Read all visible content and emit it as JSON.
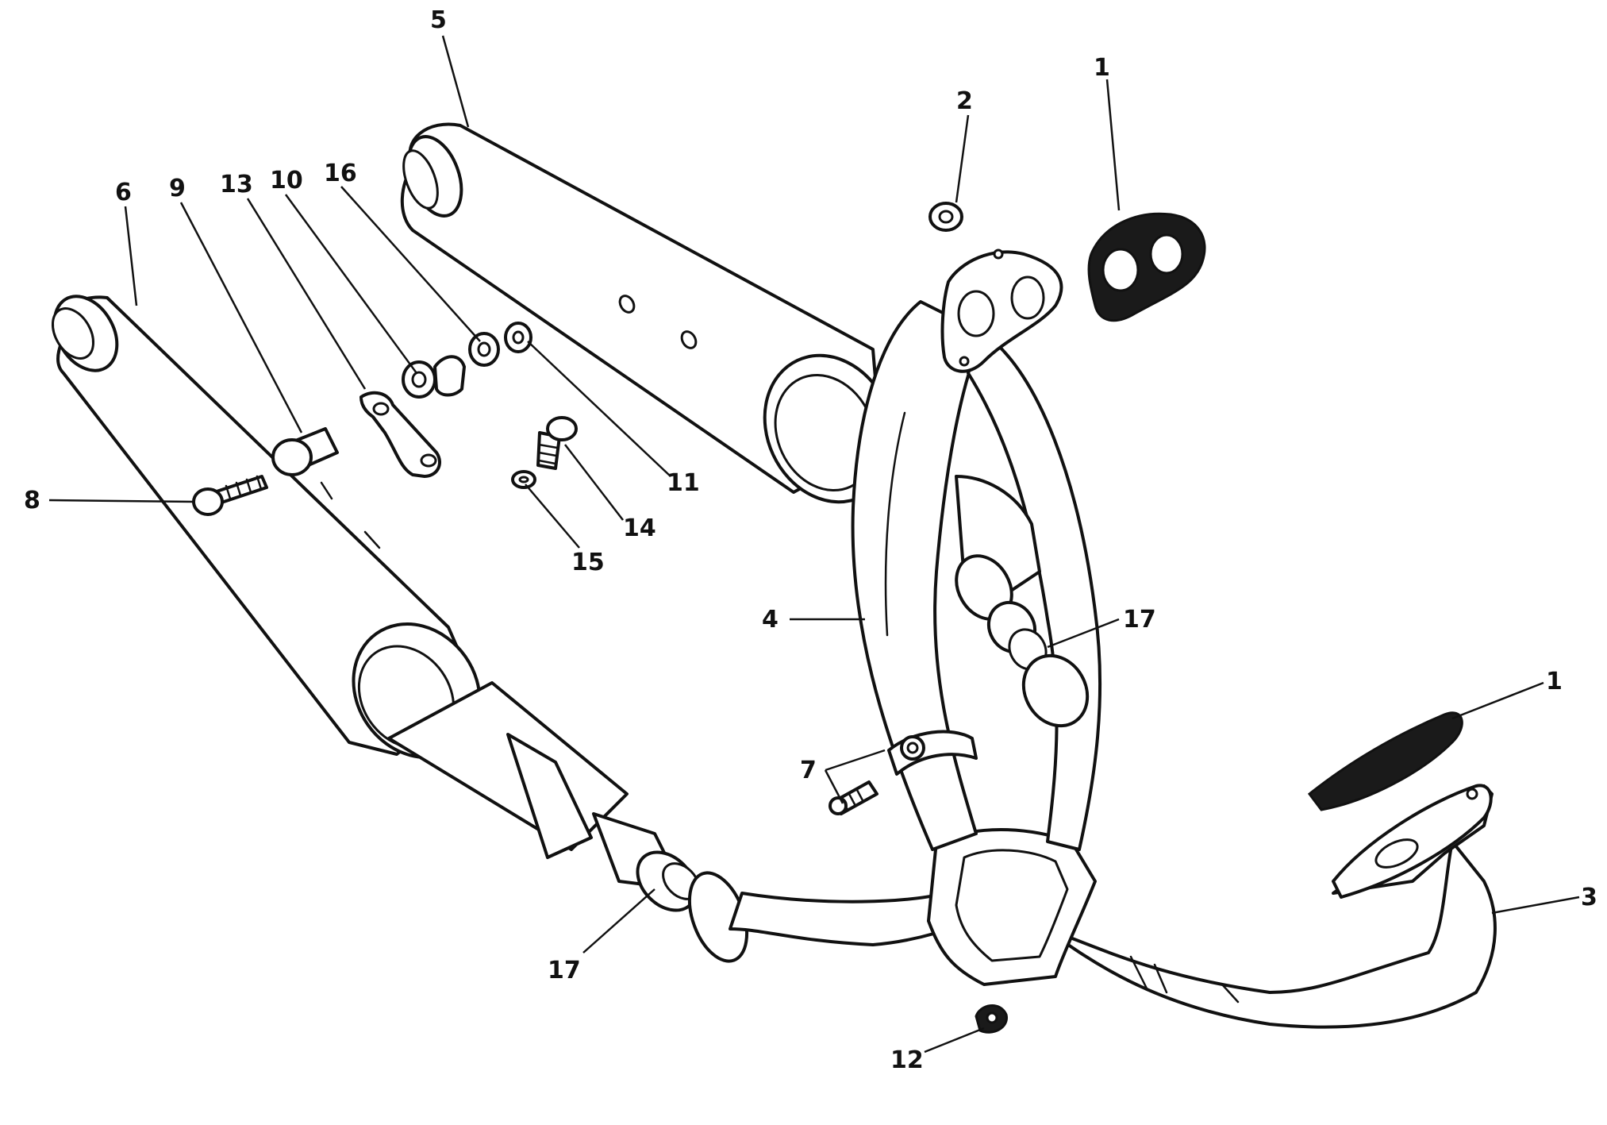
{
  "callouts": [
    {
      "id": "c1a",
      "label": "1"
    },
    {
      "id": "c2",
      "label": "2"
    },
    {
      "id": "c5",
      "label": "5"
    },
    {
      "id": "c6",
      "label": "6"
    },
    {
      "id": "c9",
      "label": "9"
    },
    {
      "id": "c13",
      "label": "13"
    },
    {
      "id": "c10",
      "label": "10"
    },
    {
      "id": "c16",
      "label": "16"
    },
    {
      "id": "c8",
      "label": "8"
    },
    {
      "id": "c11",
      "label": "11"
    },
    {
      "id": "c14",
      "label": "14"
    },
    {
      "id": "c15",
      "label": "15"
    },
    {
      "id": "c4",
      "label": "4"
    },
    {
      "id": "c17a",
      "label": "17"
    },
    {
      "id": "c1b",
      "label": "1"
    },
    {
      "id": "c7",
      "label": "7"
    },
    {
      "id": "c3",
      "label": "3"
    },
    {
      "id": "c17b",
      "label": "17"
    },
    {
      "id": "c12",
      "label": "12"
    }
  ]
}
